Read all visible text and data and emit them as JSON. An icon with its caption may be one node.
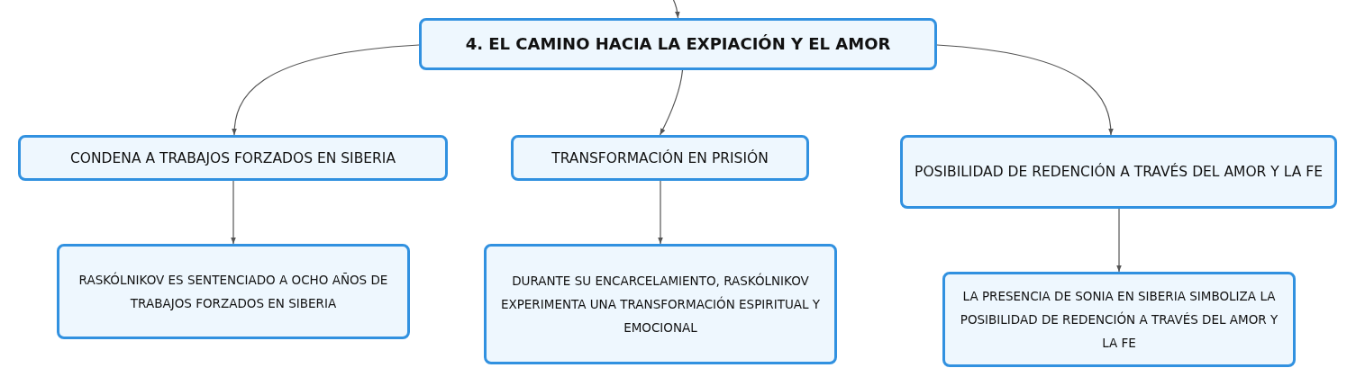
{
  "diagram": {
    "nodes": [
      {
        "text": [
          "4. EL CAMINO HACIA LA EXPIACIÓN Y EL AMOR"
        ]
      },
      {
        "text": [
          "CONDENA A TRABAJOS FORZADOS EN SIBERIA"
        ]
      },
      {
        "text": [
          "TRANSFORMACIÓN EN PRISIÓN"
        ]
      },
      {
        "text": [
          "POSIBILIDAD DE REDENCIÓN A TRAVÉS DEL AMOR Y LA FE"
        ]
      },
      {
        "text": [
          "RASKÓLNIKOV ES SENTENCIADO A OCHO AÑOS DE TRABAJOS FORZADOS EN SIBERIA"
        ]
      },
      {
        "text": [
          "DURANTE SU ENCARCELAMIENTO, RASKÓLNIKOV EXPERIMENTA UNA TRANSFORMACIÓN ESPIRITUAL Y EMOCIONAL"
        ]
      },
      {
        "text": [
          "LA PRESENCIA DE SONIA EN SIBERIA SIMBOLIZA LA POSIBILIDAD DE REDENCIÓN A TRAVÉS DEL AMOR Y LA FE"
        ]
      }
    ],
    "edges": [
      {
        "from": null,
        "to": 0,
        "arrow": "to"
      },
      {
        "from": 0,
        "to": 1,
        "arrow": "to"
      },
      {
        "from": 0,
        "to": 2,
        "arrow": "to"
      },
      {
        "from": 0,
        "to": 3,
        "arrow": "to"
      },
      {
        "from": 1,
        "to": 4,
        "arrow": "to"
      },
      {
        "from": 2,
        "to": 5,
        "arrow": "to"
      },
      {
        "from": 3,
        "to": 6,
        "arrow": "to"
      }
    ]
  }
}
